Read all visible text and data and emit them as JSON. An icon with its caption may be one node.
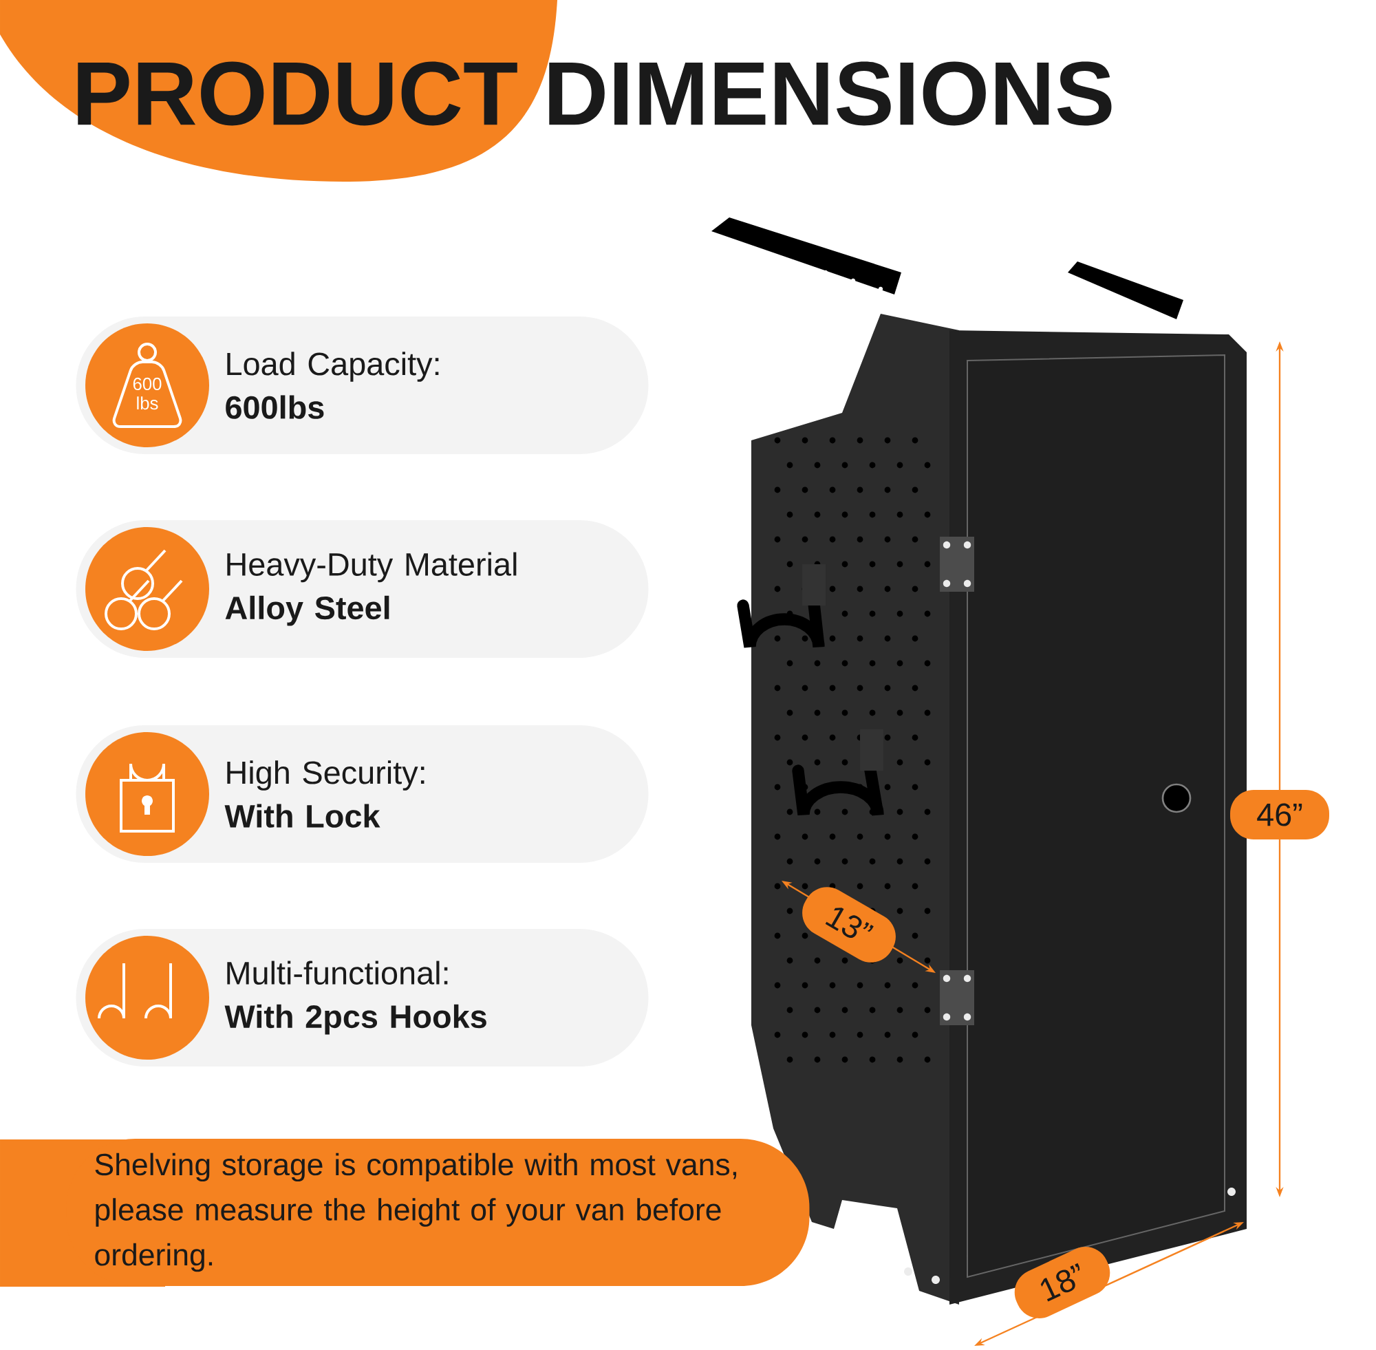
{
  "diagram": {
    "title": "PRODUCT DIMENSIONS",
    "nodes": [
      {
        "text": [
          "Load Capacity:",
          "600lbs"
        ]
      },
      {
        "text": [
          "600 lbs"
        ],
        "in": 0
      },
      {
        "text": [
          "Heavy-Duty Material",
          "Alloy Steel"
        ]
      },
      {
        "text": [
          "High Security:",
          "With Lock"
        ]
      },
      {
        "text": [
          "Multi-functional:",
          "With 2pcs Hooks"
        ]
      },
      {
        "text": [
          "Shelving storage is compatible with most vans, please measure the height of your van before ordering."
        ]
      },
      {
        "text": [
          "46”"
        ]
      },
      {
        "text": [
          "13”"
        ]
      },
      {
        "text": [
          "18”"
        ]
      }
    ]
  }
}
